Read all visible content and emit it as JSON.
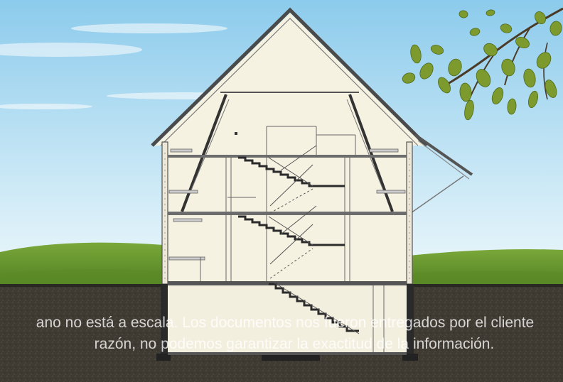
{
  "disclaimer": {
    "line1": "ano no está a escala. Los documentos nos fueron entregados por el cliente",
    "line2": "razón, no podemos garantizar la exactitud de la información."
  },
  "colors": {
    "sky_top": "#9fd3ef",
    "sky_bottom": "#e6f4fa",
    "hill": "#6b9a2d",
    "ground": "#3d3a33",
    "wall_fill": "#f6f2e2",
    "roof_line": "#4a4a4a",
    "stair": "#2b2b2b",
    "leaf": "#7d9a2e"
  },
  "scene": {
    "subject": "house-section",
    "icons": [
      "tree-branch-icon",
      "roof-icon",
      "staircase-icon"
    ]
  }
}
